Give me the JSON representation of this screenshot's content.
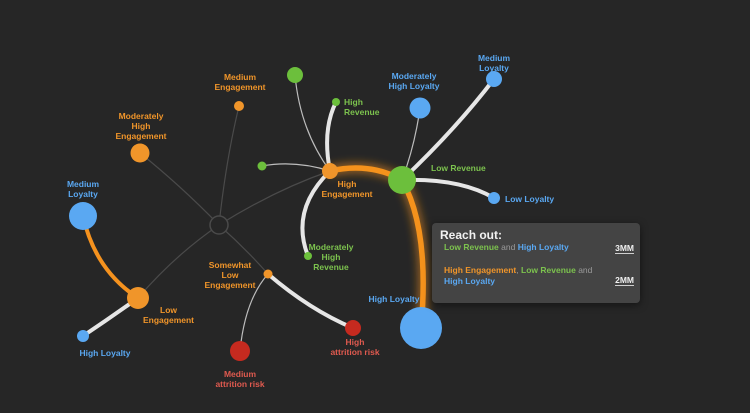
{
  "colors": {
    "background": "#262626",
    "orange": "#f0952a",
    "green": "#7cc24e",
    "blue": "#5aa8f2",
    "red": "#c62a1f",
    "highlight": "#f5921e",
    "path": "#e6e6e6"
  },
  "nodes": {
    "medium_engagement": "Medium\nEngagement",
    "moderately_high_engagement": "Moderately\nHigh\nEngagement",
    "medium_loyalty_left": "Medium\nLoyalty",
    "low_engagement": "Low\nEngagement",
    "high_loyalty_left": "High Loyalty",
    "somewhat_low_engagement": "Somewhat\nLow\nEngagement",
    "medium_attrition": "Medium\nattrition risk",
    "high_attrition": "High\nattrition risk",
    "high_engagement": "High\nEngagement",
    "high_revenue": "High\nRevenue",
    "moderately_high_revenue": "Moderately\nHigh\nRevenue",
    "low_revenue": "Low Revenue",
    "moderately_high_loyalty": "Moderately\nHigh Loyalty",
    "medium_loyalty_top": "Medium\nLoyalty",
    "low_loyalty": "Low Loyalty",
    "high_loyalty_right": "High Loyalty"
  },
  "callout": {
    "title": "Reach out:",
    "row1": {
      "part1": "Low Revenue",
      "and": "and",
      "part2": "High Loyalty",
      "value": "3MM"
    },
    "row2": {
      "part1": "High Engagement",
      "sep": ",",
      "part2": "Low Revenue",
      "and": "and",
      "part3": "High Loyalty",
      "value": "2MM"
    }
  }
}
